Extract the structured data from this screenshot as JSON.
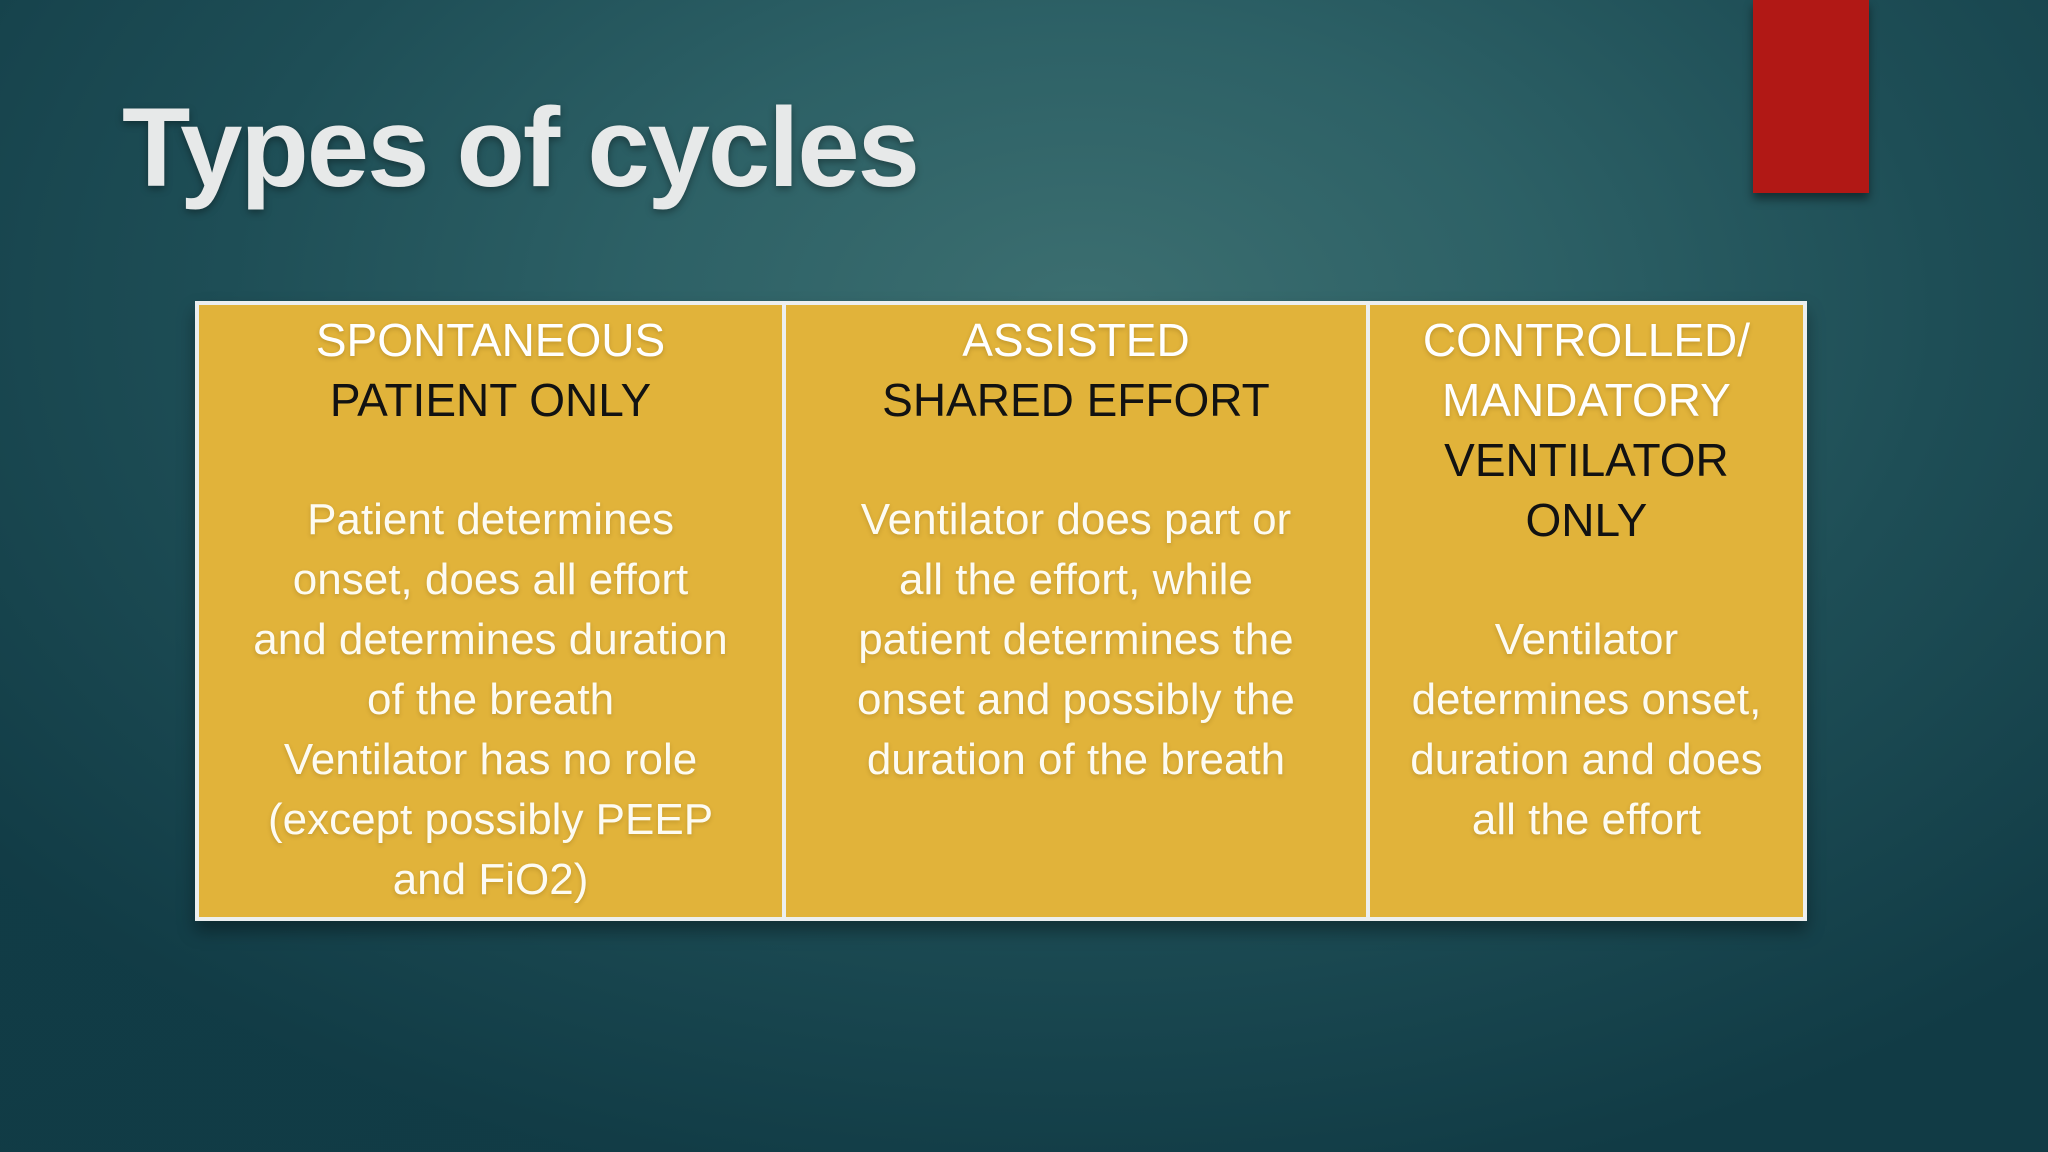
{
  "slide": {
    "title": "Types of cycles"
  },
  "accent": {
    "color": "#b11815"
  },
  "table": {
    "colors": {
      "cell_bg": "#e1b33a",
      "border": "#ecefef",
      "header_primary_text": "#ffffff",
      "header_secondary_text": "#121212",
      "body_text": "#fdfbf2"
    },
    "columns": [
      {
        "header_white": "SPONTANEOUS",
        "header_black": "PATIENT ONLY",
        "body": "Patient determines\nonset, does all effort\nand determines duration\nof the breath\nVentilator has no role\n(except possibly PEEP\nand FiO2)"
      },
      {
        "header_white": "ASSISTED",
        "header_black": "SHARED EFFORT",
        "body": "Ventilator does part or\nall the effort, while\npatient determines the\nonset and possibly the\nduration of the breath"
      },
      {
        "header_white": "CONTROLLED/\nMANDATORY",
        "header_black": "VENTILATOR\nONLY",
        "body": "Ventilator\ndetermines onset,\nduration and does\nall the effort"
      }
    ]
  }
}
